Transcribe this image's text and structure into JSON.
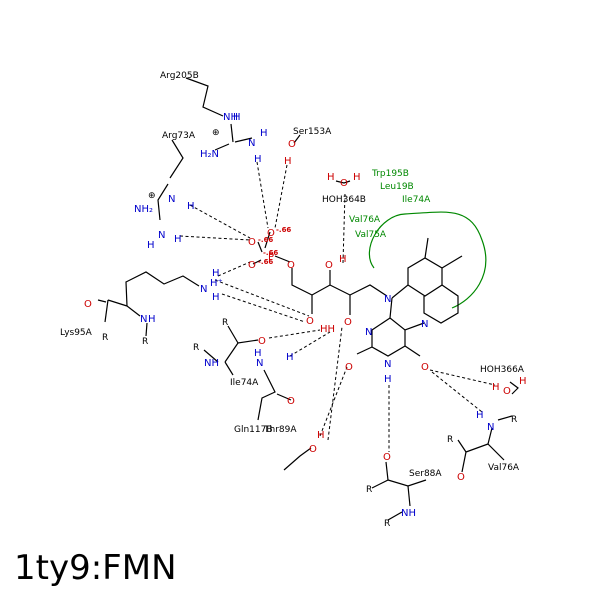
{
  "title": "1ty9:FMN",
  "residues": {
    "arg205b": "Arg205B",
    "arg73a": "Arg73A",
    "ser153a": "Ser153A",
    "hoh364b": "HOH364B",
    "lys95a": "Lys95A",
    "ile74a": "Ile74A",
    "gln117b": "Gln117B",
    "thr89a": "Thr89A",
    "ser88a": "Ser88A",
    "hoh366a": "HOH366A",
    "val76a": "Val76A"
  },
  "hydrophobic": [
    "Trp195B",
    "Leu19B",
    "Ile74A",
    "Val76A",
    "Val75A"
  ],
  "charges": [
    "-.66",
    "-.66",
    "-.66",
    "-.66"
  ],
  "atoms": {
    "N": "N",
    "O": "O",
    "H": "H",
    "P": "P",
    "R": "R",
    "NH": "NH",
    "NH2": "NH",
    "H2N": "H₂N",
    "NH2s": "NH₂",
    "HH": "HH",
    "H_plus": "H⁺"
  },
  "colors": {
    "nitrogen": "#0000cc",
    "oxygen": "#cc0000",
    "hydrophobic": "#008800",
    "bond": "#000000"
  }
}
